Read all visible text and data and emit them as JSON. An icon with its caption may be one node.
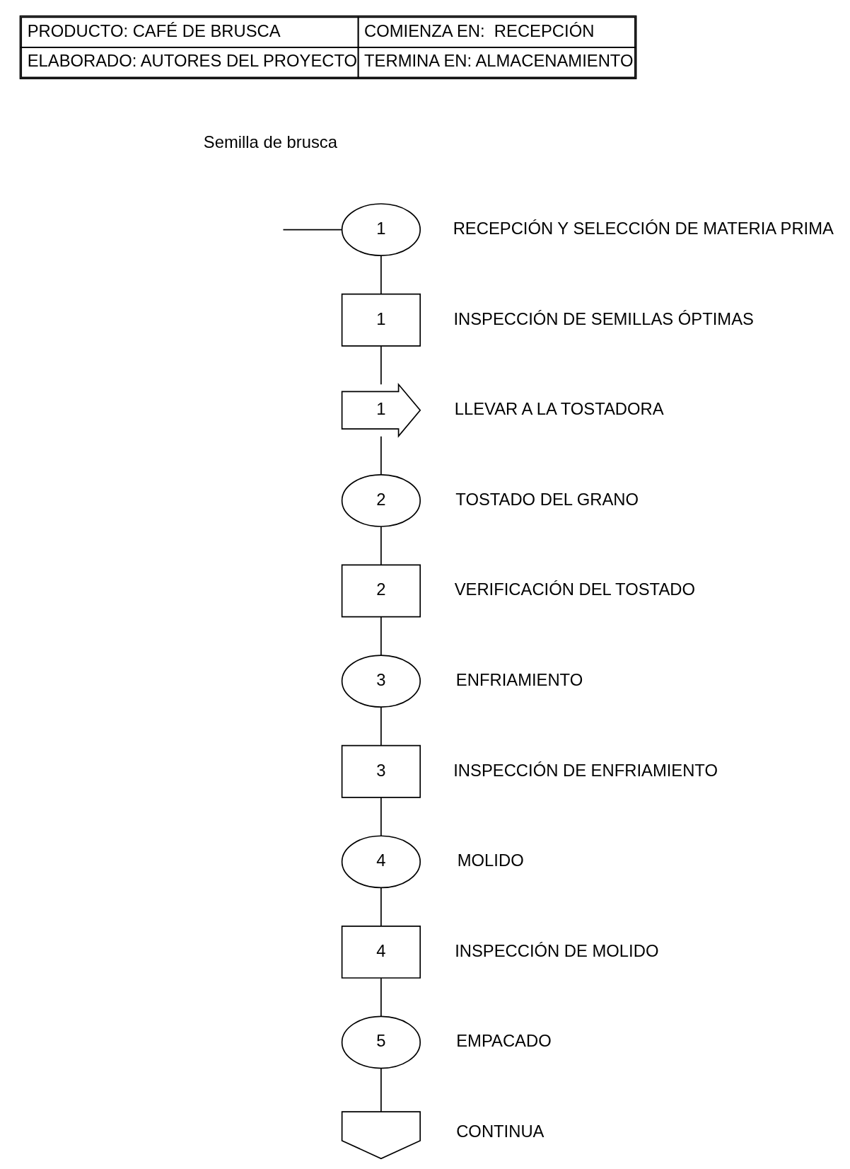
{
  "diagram": {
    "nodes": [
      {
        "text": [
          "1"
        ],
        "beside": [
          "RECEPCIÓN Y SELECCIÓN DE MATERIA PRIMA"
        ]
      },
      {
        "text": [
          "1"
        ],
        "beside": [
          "INSPECCIÓN DE SEMILLAS ÓPTIMAS"
        ]
      },
      {
        "text": [
          "1"
        ],
        "beside": [
          "LLEVAR A LA TOSTADORA"
        ]
      },
      {
        "text": [
          "2"
        ],
        "beside": [
          "TOSTADO DEL GRANO"
        ]
      },
      {
        "text": [
          "2"
        ],
        "beside": [
          "VERIFICACIÓN DEL TOSTADO"
        ]
      },
      {
        "text": [
          "3"
        ],
        "beside": [
          "ENFRIAMIENTO"
        ]
      },
      {
        "text": [
          "3"
        ],
        "beside": [
          "INSPECCIÓN DE ENFRIAMIENTO"
        ]
      },
      {
        "text": [
          "4"
        ],
        "beside": [
          "MOLIDO"
        ]
      },
      {
        "text": [
          "4"
        ],
        "beside": [
          "INSPECCIÓN DE MOLIDO"
        ]
      },
      {
        "text": [
          "5"
        ],
        "beside": [
          "EMPACADO"
        ]
      },
      {
        "text": [],
        "shape": "pentagon",
        "beside": [
          "CONTINUA"
        ]
      }
    ],
    "edges": [
      {
        "from": null,
        "to": 0,
        "arrow": "none"
      },
      {
        "from": 0,
        "to": 1,
        "arrow": "none"
      },
      {
        "from": 1,
        "to": 2,
        "arrow": "none"
      },
      {
        "from": 2,
        "to": 3,
        "arrow": "none"
      },
      {
        "from": 3,
        "to": 4,
        "arrow": "none"
      },
      {
        "from": 4,
        "to": 5,
        "arrow": "none"
      },
      {
        "from": 5,
        "to": 6,
        "arrow": "none"
      },
      {
        "from": 6,
        "to": 7,
        "arrow": "none"
      },
      {
        "from": 7,
        "to": 8,
        "arrow": "none"
      },
      {
        "from": 8,
        "to": 9,
        "arrow": "none"
      },
      {
        "from": 9,
        "to": 10,
        "arrow": "none"
      }
    ],
    "labels": [
      "PRODUCTO: CAFÉ DE BRUSCA",
      "COMIENZA EN:  RECEPCIÓN",
      "ELABORADO: AUTORES DEL PROYECTO",
      "TERMINA EN: ALMACENAMIENTO",
      "Semilla de brusca"
    ]
  }
}
